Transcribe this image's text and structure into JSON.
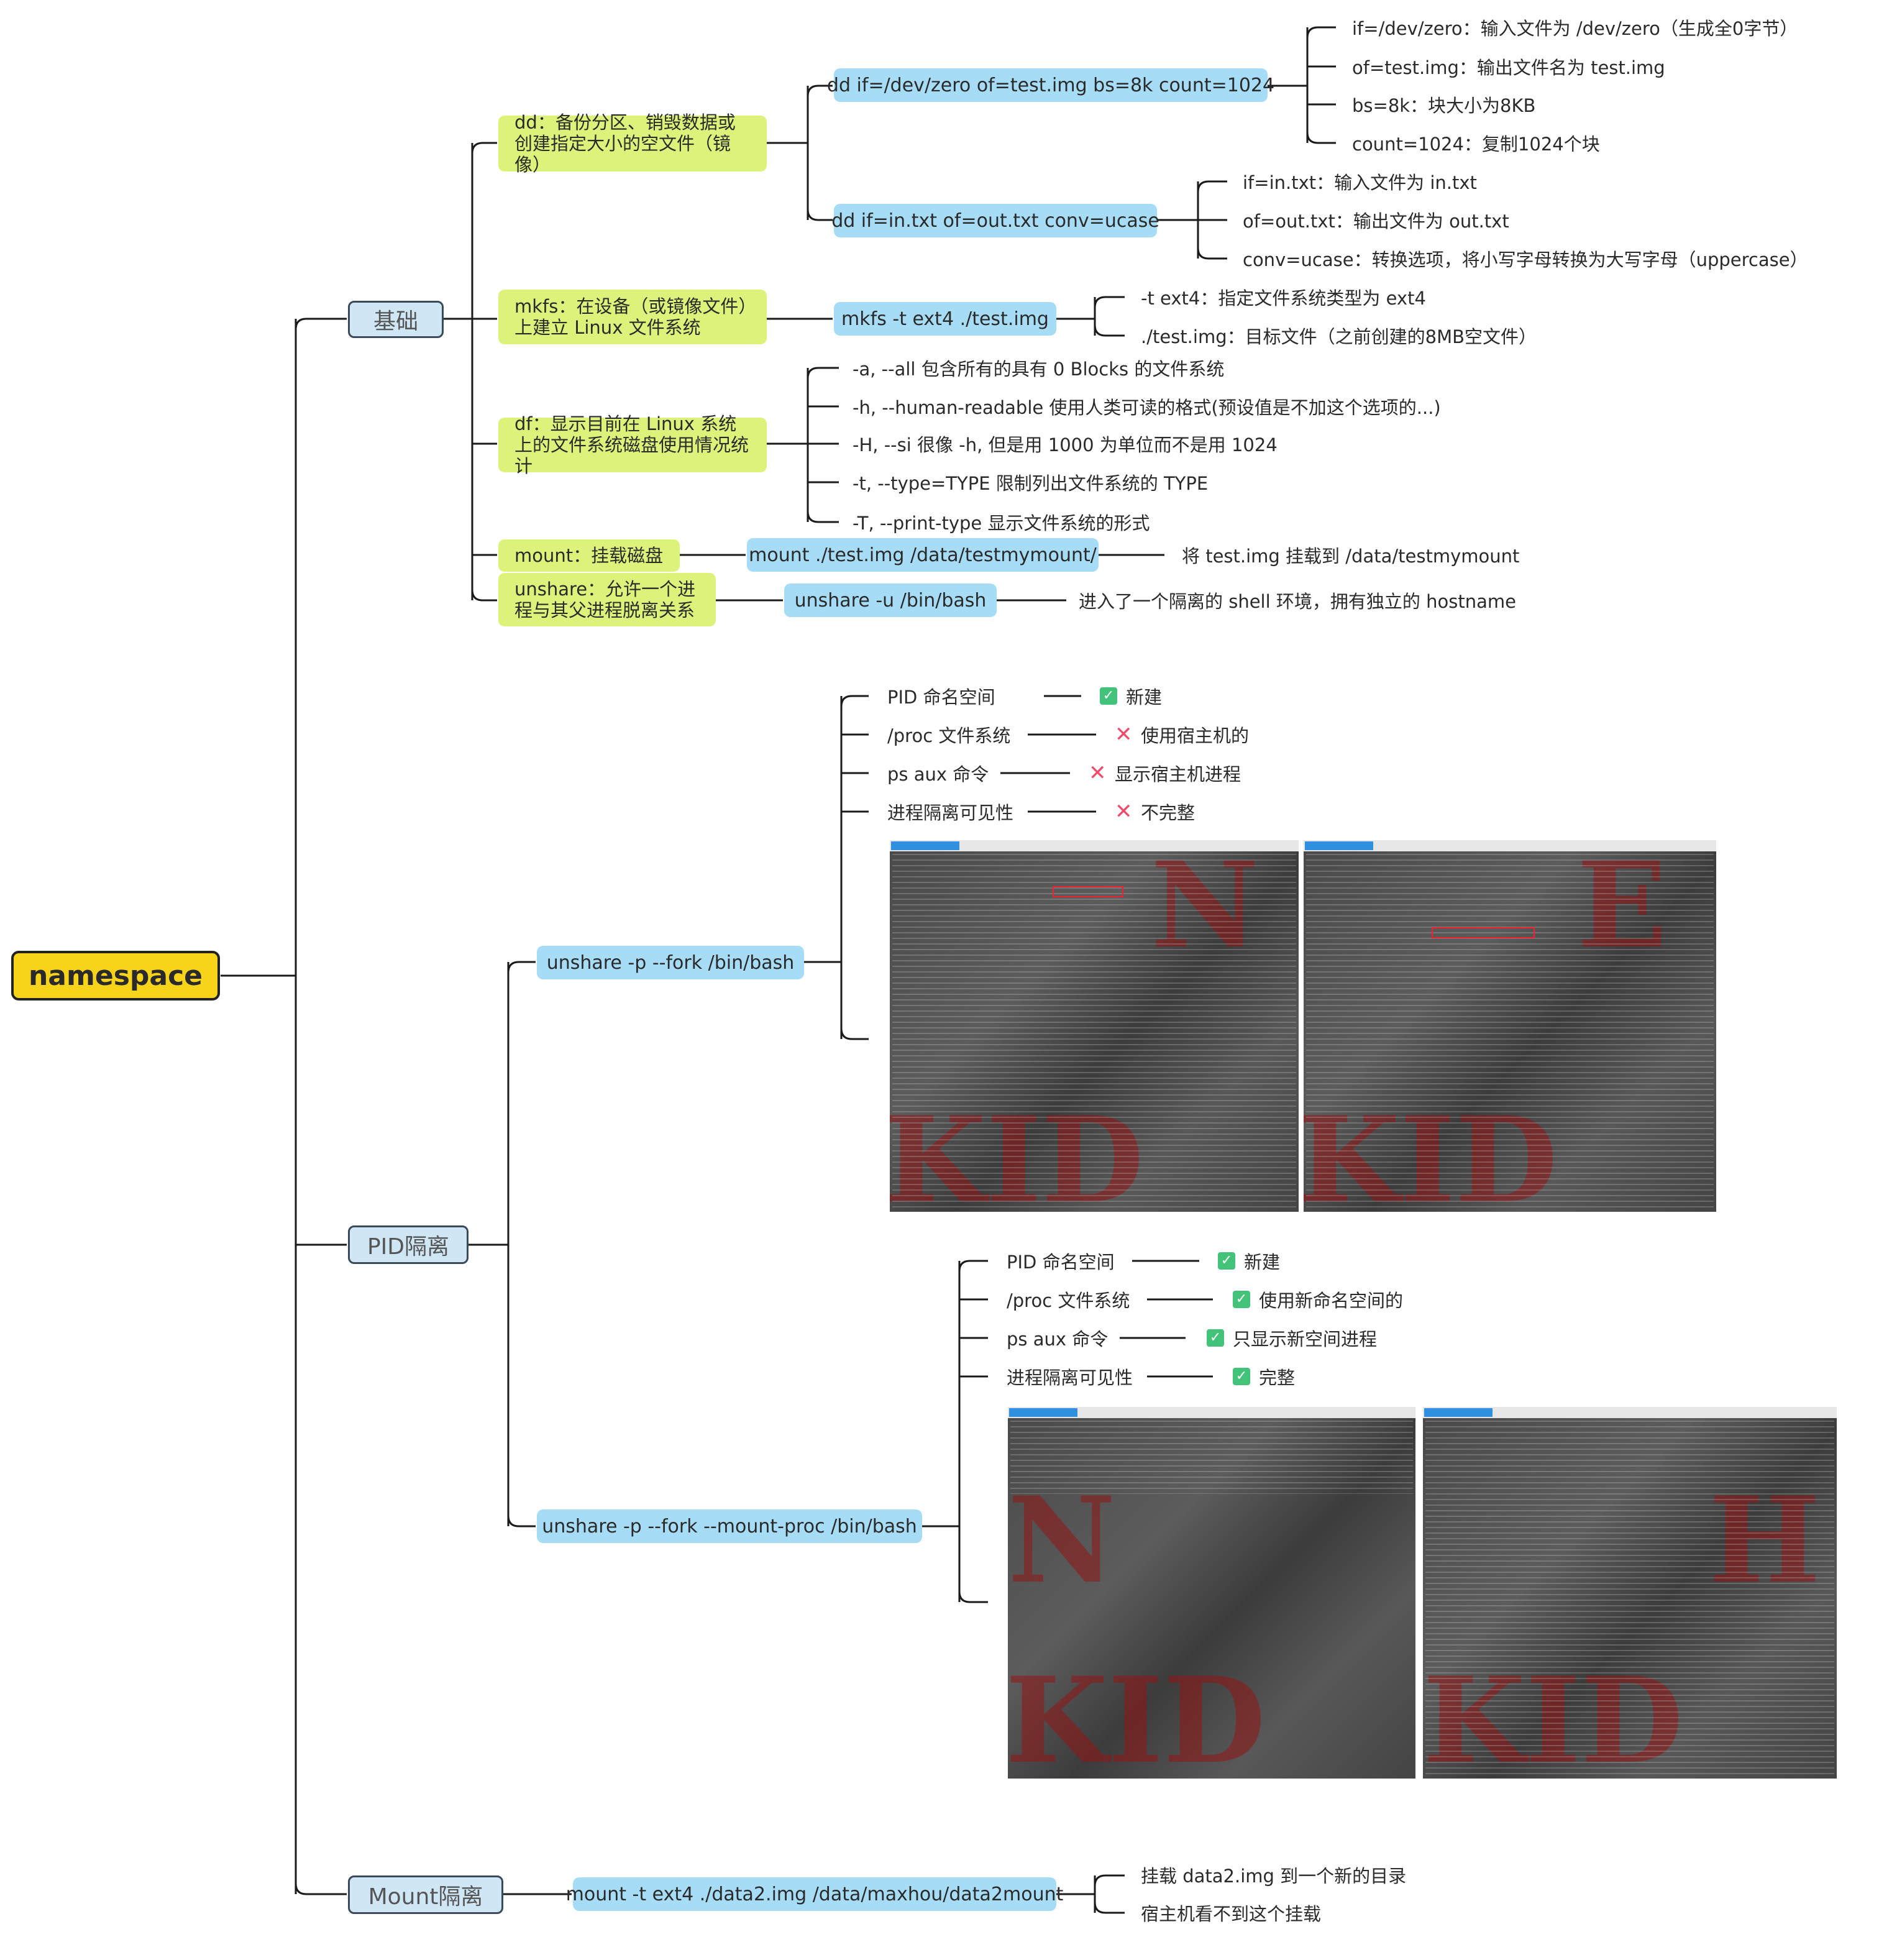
{
  "root": "namespace",
  "categories": {
    "basic": "基础",
    "pid": "PID隔离",
    "mount": "Mount隔离"
  },
  "basic": {
    "dd": {
      "label": "dd：备份分区、销毁数据或创建指定大小的空文件（镜像）",
      "cmd1": "dd if=/dev/zero of=test.img bs=8k count=1024",
      "cmd1_details": [
        "if=/dev/zero：输入文件为 /dev/zero（生成全0字节）",
        "of=test.img：输出文件名为 test.img",
        "bs=8k：块大小为8KB",
        "count=1024：复制1024个块"
      ],
      "cmd2": "dd if=in.txt of=out.txt conv=ucase",
      "cmd2_details": [
        "if=in.txt：输入文件为 in.txt",
        "of=out.txt：输出文件为 out.txt",
        "conv=ucase：转换选项，将小写字母转换为大写字母（uppercase）"
      ]
    },
    "mkfs": {
      "label": "mkfs：在设备（或镜像文件）上建立 Linux 文件系统",
      "cmd": "mkfs -t ext4 ./test.img",
      "details": [
        "-t ext4：指定文件系统类型为 ext4",
        "./test.img：目标文件（之前创建的8MB空文件）"
      ]
    },
    "df": {
      "label": "df：显示目前在 Linux 系统上的文件系统磁盘使用情况统计",
      "options": [
        "-a, --all 包含所有的具有 0 Blocks 的文件系统",
        "-h, --human-readable 使用人类可读的格式(预设值是不加这个选项的...)",
        "-H, --si 很像 -h, 但是用 1000 为单位而不是用 1024",
        "-t, --type=TYPE 限制列出文件系统的 TYPE",
        "-T, --print-type 显示文件系统的形式"
      ]
    },
    "mount": {
      "label": "mount：挂载磁盘",
      "cmd": "mount ./test.img /data/testmymount/",
      "result": "将 test.img 挂载到 /data/testmymount"
    },
    "unshare": {
      "label": "unshare：允许一个进程与其父进程脱离关系",
      "cmd": "unshare -u /bin/bash",
      "result": "进入了一个隔离的 shell 环境，拥有独立的 hostname"
    }
  },
  "pid": {
    "cmd1": "unshare -p --fork /bin/bash",
    "rows1": [
      {
        "label": "PID 命名空间",
        "status": "ok",
        "value": "新建"
      },
      {
        "label": "/proc 文件系统",
        "status": "bad",
        "value": "使用宿主机的"
      },
      {
        "label": "ps aux 命令",
        "status": "bad",
        "value": "显示宿主机进程"
      },
      {
        "label": "进程隔离可见性",
        "status": "bad",
        "value": "不完整"
      }
    ],
    "cmd2": "unshare -p --fork --mount-proc /bin/bash",
    "rows2": [
      {
        "label": "PID 命名空间",
        "status": "ok",
        "value": "新建"
      },
      {
        "label": "/proc 文件系统",
        "status": "ok",
        "value": "使用新命名空间的"
      },
      {
        "label": "ps aux 命令",
        "status": "ok",
        "value": "只显示新空间进程"
      },
      {
        "label": "进程隔离可见性",
        "status": "ok",
        "value": "完整"
      }
    ]
  },
  "mountns": {
    "cmd": "mount -t ext4 ./data2.img /data/maxhou/data2mount",
    "details": [
      "挂载 data2.img 到一个新的目录",
      "宿主机看不到这个挂载"
    ]
  },
  "colors": {
    "root": "#f7d31a",
    "category": "#cfe6f5",
    "green_node": "#dbf37a",
    "blue_node": "#a6dcf5",
    "check": "#43c27a",
    "cross": "#ef4b6b"
  },
  "icons": {
    "check": "check-icon",
    "cross": "cross-icon"
  }
}
